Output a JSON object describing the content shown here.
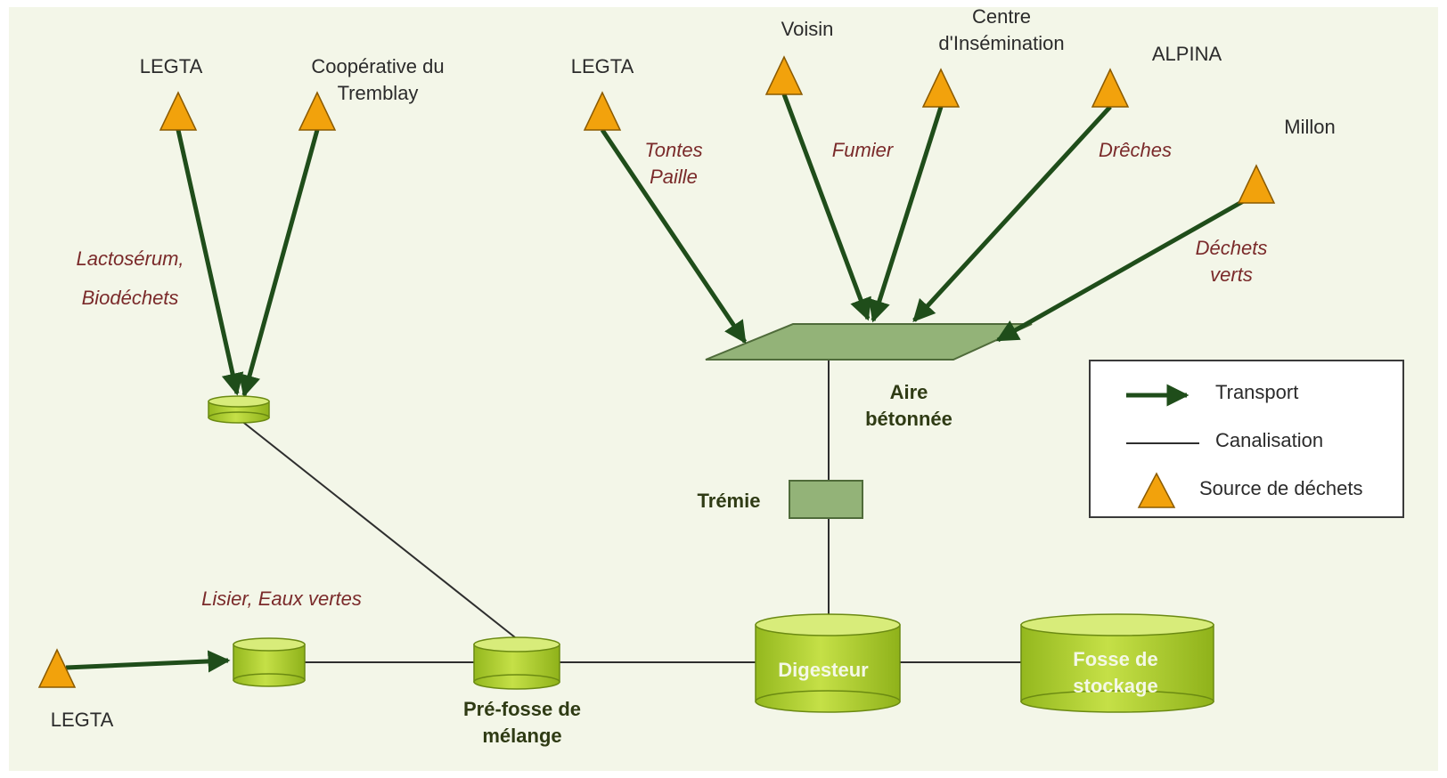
{
  "sources": {
    "legta_1": "LEGTA",
    "cooperative_line1": "Coopérative du",
    "cooperative_line2": "Tremblay",
    "legta_2": "LEGTA",
    "voisin": "Voisin",
    "centre_line1": "Centre",
    "centre_line2": "d'Insémination",
    "alpina": "ALPINA",
    "millon": "Millon",
    "legta_3": "LEGTA"
  },
  "wastes": {
    "lactoserum": "Lactosérum,",
    "biodechets": "Biodéchets",
    "tontes": "Tontes",
    "paille": "Paille",
    "fumier": "Fumier",
    "dreches": "Drêches",
    "dechets_verts_line1": "Déchets",
    "dechets_verts_line2": "verts",
    "lisier": "Lisier, Eaux vertes"
  },
  "facilities": {
    "aire_line1": "Aire",
    "aire_line2": "bétonnée",
    "tremie": "Trémie",
    "prefosse_line1": "Pré-fosse de",
    "prefosse_line2": "mélange",
    "digesteur": "Digesteur",
    "fosse_line1": "Fosse de",
    "fosse_line2": "stockage"
  },
  "legend": {
    "transport": "Transport",
    "canalisation": "Canalisation",
    "source": "Source de déchets"
  },
  "colors": {
    "background": "#f3f6e8",
    "arrow": "#1f4d1a",
    "pipe": "#2e2e2e",
    "triangle_fill": "#f2a20c",
    "triangle_stroke": "#8a5a00",
    "tank_fill": "#b8d832",
    "tank_top": "#d8ec7a",
    "tank_stroke": "#6b8a12",
    "concrete_fill": "#93b378",
    "concrete_stroke": "#4f6b3a"
  },
  "icons": {
    "source": "triangle-icon",
    "tank": "cylinder-icon",
    "aire": "parallelogram-icon",
    "tremie": "rectangle-icon"
  }
}
